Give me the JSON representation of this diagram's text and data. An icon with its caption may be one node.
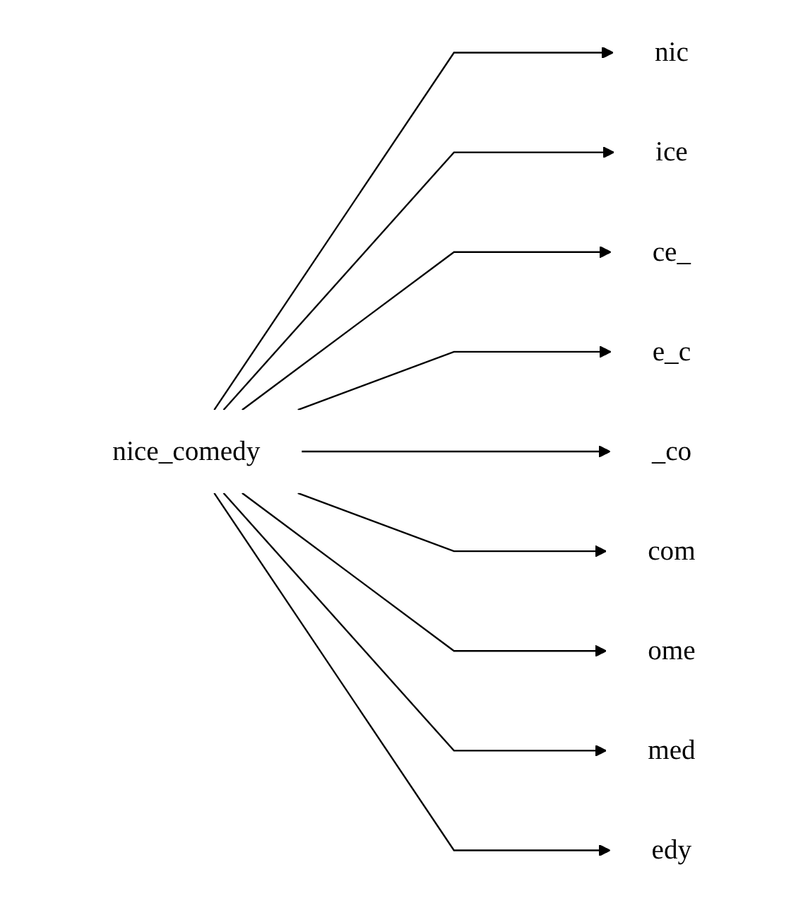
{
  "diagram": {
    "nodes": [
      {
        "text": [
          "nice_comedy"
        ]
      },
      {
        "text": [
          "nic"
        ]
      },
      {
        "text": [
          "ice"
        ]
      },
      {
        "text": [
          "ce_"
        ]
      },
      {
        "text": [
          "e_c"
        ]
      },
      {
        "text": [
          "_co"
        ]
      },
      {
        "text": [
          "com"
        ]
      },
      {
        "text": [
          "ome"
        ]
      },
      {
        "text": [
          "med"
        ]
      },
      {
        "text": [
          "edy"
        ]
      }
    ],
    "edges": [
      {
        "from": 0,
        "to": 1,
        "arrow": "to"
      },
      {
        "from": 0,
        "to": 2,
        "arrow": "to"
      },
      {
        "from": 0,
        "to": 3,
        "arrow": "to"
      },
      {
        "from": 0,
        "to": 4,
        "arrow": "to"
      },
      {
        "from": 0,
        "to": 5,
        "arrow": "to"
      },
      {
        "from": 0,
        "to": 6,
        "arrow": "to"
      },
      {
        "from": 0,
        "to": 7,
        "arrow": "to"
      },
      {
        "from": 0,
        "to": 8,
        "arrow": "to"
      },
      {
        "from": 0,
        "to": 9,
        "arrow": "to"
      }
    ]
  }
}
